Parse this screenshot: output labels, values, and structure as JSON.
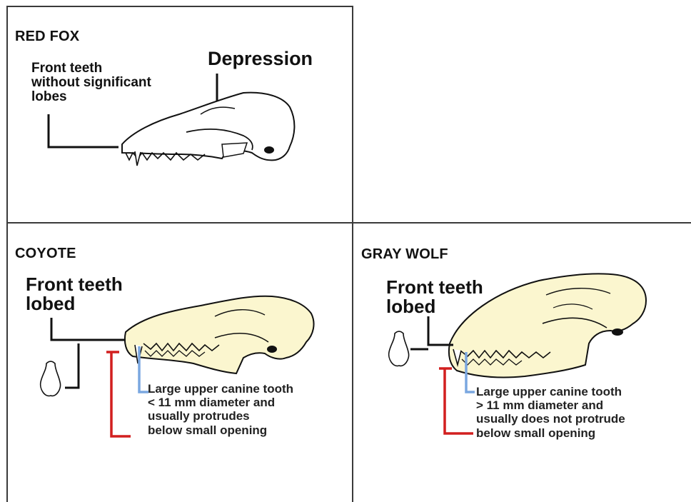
{
  "cells": {
    "red_fox": {
      "title": "RED FOX",
      "front_teeth_label": "Front teeth\nwithout significant\nlobes",
      "depression_label": "Depression"
    },
    "coyote": {
      "title": "COYOTE",
      "front_teeth_label": "Front teeth\nlobed",
      "canine_note": "Large upper canine tooth\n< 11 mm diameter and\nusually protrudes\nbelow small opening"
    },
    "gray_wolf": {
      "title": "GRAY WOLF",
      "front_teeth_label": "Front teeth\nlobed",
      "canine_note": "Large upper canine tooth\n> 11 mm diameter and\nusually does not protrude\nbelow small opening"
    }
  },
  "colors": {
    "skull_fill_tan": "#fbf6cf",
    "canine_marker_blue": "#7aa7e0",
    "opening_marker_red": "#d21f1f",
    "leader_line_black": "#111111",
    "grid_line": "#3a3a3a"
  }
}
